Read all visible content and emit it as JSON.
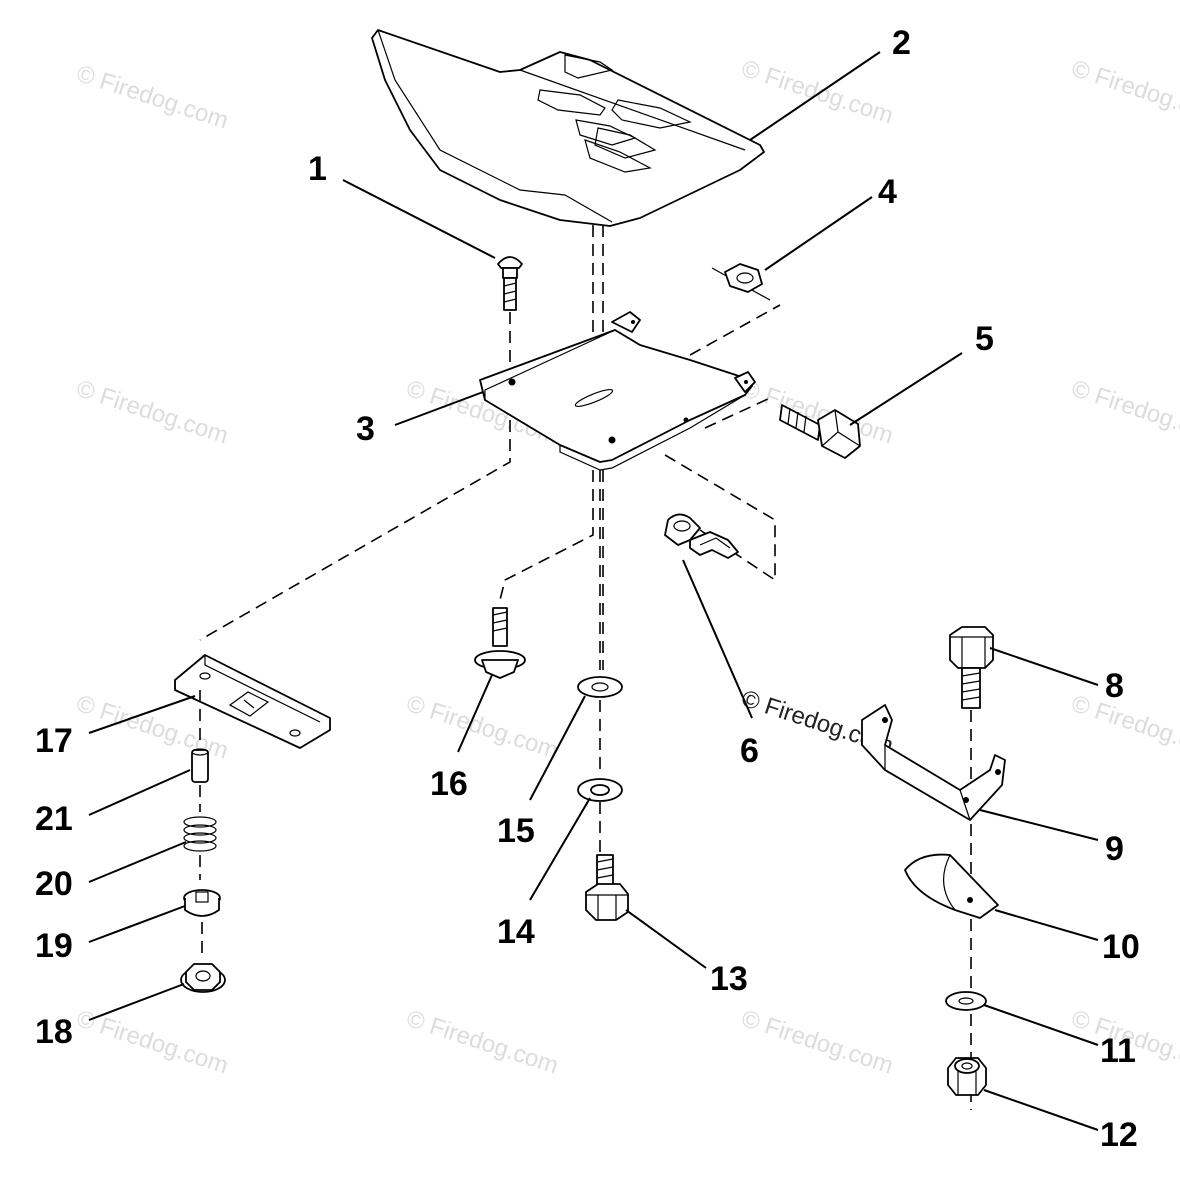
{
  "watermark": {
    "text": "© Firedog.com"
  },
  "callouts": [
    {
      "id": "1",
      "label": "1"
    },
    {
      "id": "2",
      "label": "2"
    },
    {
      "id": "3",
      "label": "3"
    },
    {
      "id": "4",
      "label": "4"
    },
    {
      "id": "5",
      "label": "5"
    },
    {
      "id": "6",
      "label": "6"
    },
    {
      "id": "8",
      "label": "8"
    },
    {
      "id": "9",
      "label": "9"
    },
    {
      "id": "10",
      "label": "10"
    },
    {
      "id": "11",
      "label": "11"
    },
    {
      "id": "12",
      "label": "12"
    },
    {
      "id": "13",
      "label": "13"
    },
    {
      "id": "14",
      "label": "14"
    },
    {
      "id": "15",
      "label": "15"
    },
    {
      "id": "16",
      "label": "16"
    },
    {
      "id": "17",
      "label": "17"
    },
    {
      "id": "18",
      "label": "18"
    },
    {
      "id": "19",
      "label": "19"
    },
    {
      "id": "20",
      "label": "20"
    },
    {
      "id": "21",
      "label": "21"
    }
  ]
}
